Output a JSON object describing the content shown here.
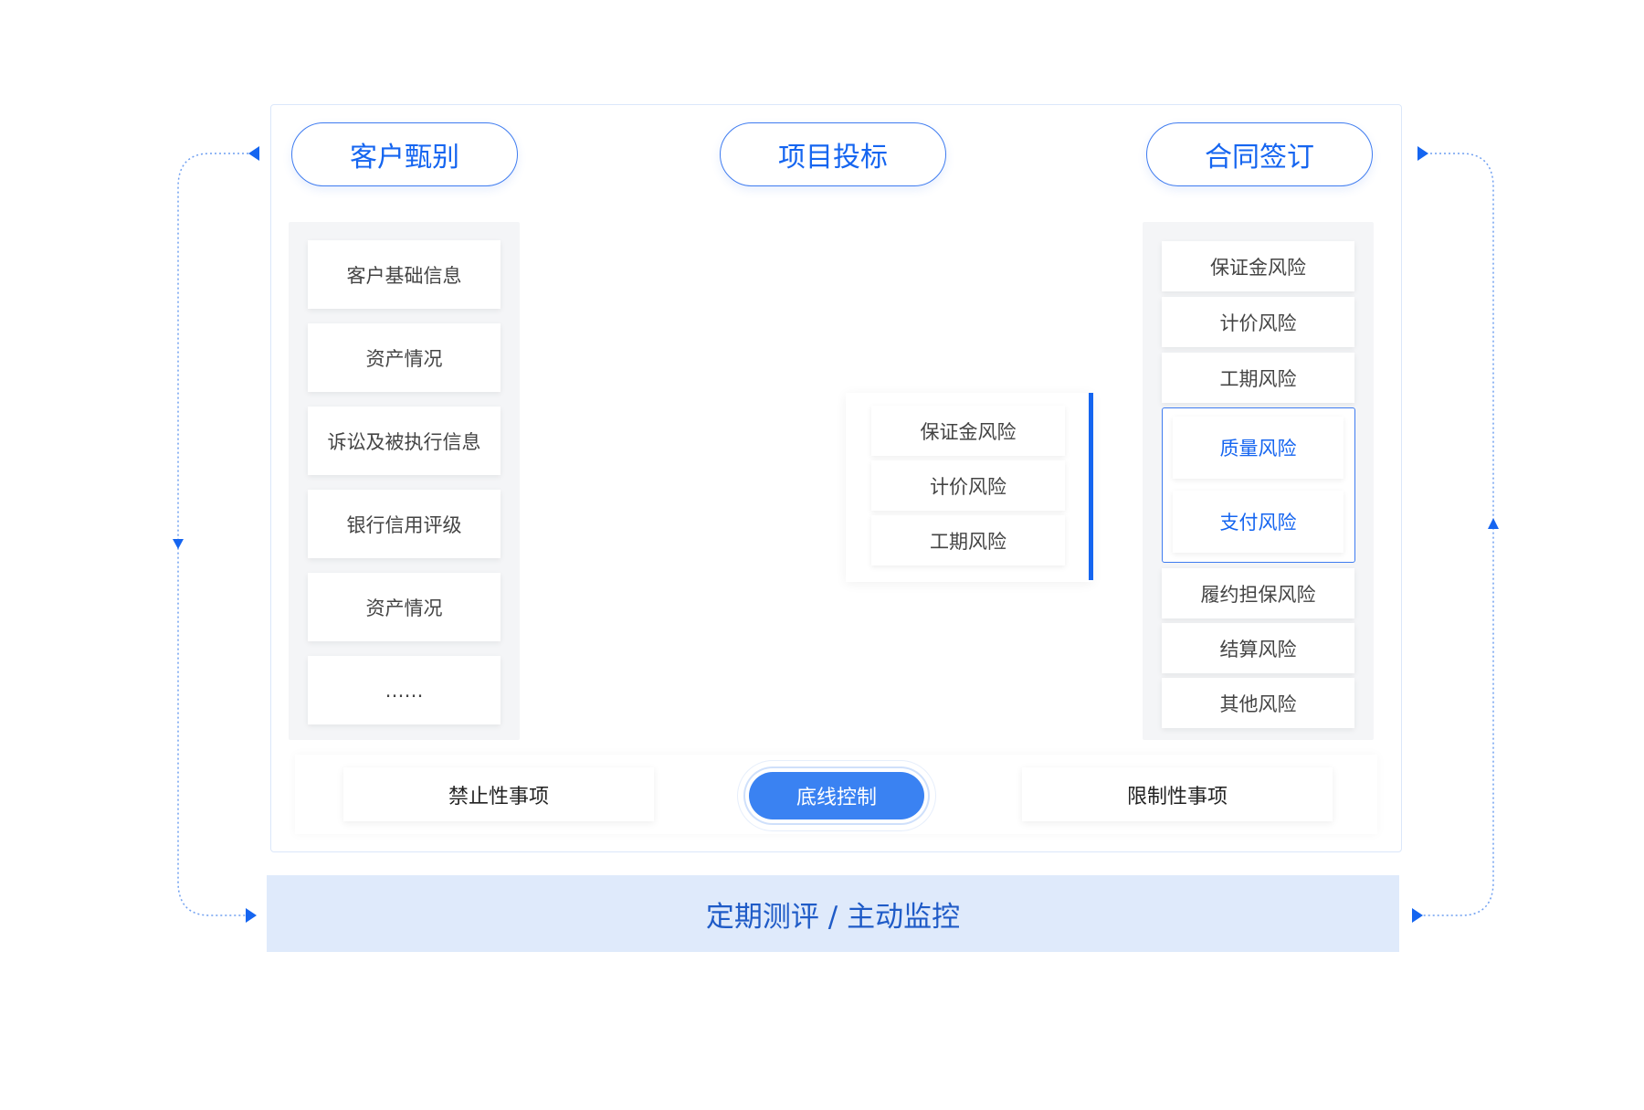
{
  "stages": [
    "客户甄别",
    "项目投标",
    "合同签订"
  ],
  "left_items": [
    "客户基础信息",
    "资产情况",
    "诉讼及被执行信息",
    "银行信用评级",
    "资产情况",
    "……"
  ],
  "middle_items": [
    "保证金风险",
    "计价风险",
    "工期风险"
  ],
  "right_items": [
    "保证金风险",
    "计价风险",
    "工期风险",
    "质量风险",
    "支付风险",
    "履约担保风险",
    "结算风险",
    "其他风险"
  ],
  "bottom": {
    "left": "禁止性事项",
    "center": "底线控制",
    "right": "限制性事项"
  },
  "banner": "定期测评 / 主动监控",
  "colors": {
    "accent": "#1565f0",
    "banner_bg": "#dfeafb",
    "panel_bg": "#f4f5f7"
  }
}
